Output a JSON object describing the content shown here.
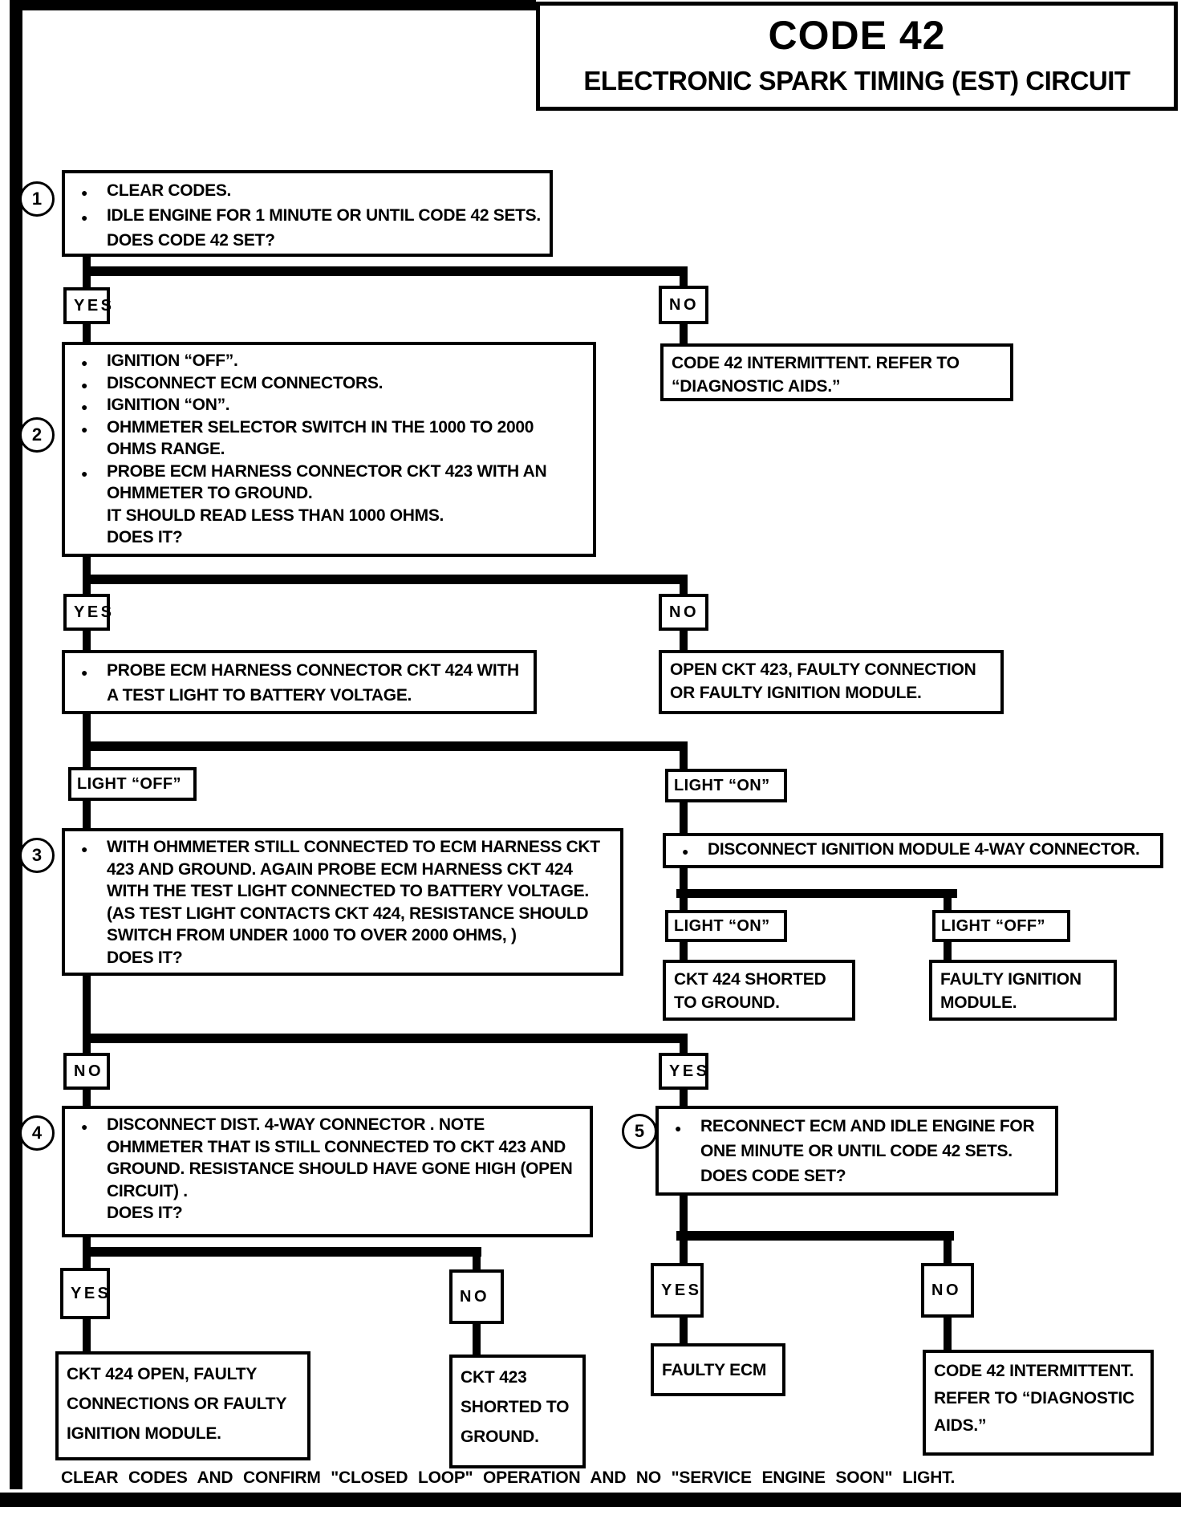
{
  "glyphs": {
    "bullet": "●"
  },
  "header": {
    "title": "CODE 42",
    "subtitle": "ELECTRONIC SPARK TIMING (EST) CIRCUIT"
  },
  "labels": {
    "yes": "YES",
    "no": "NO",
    "light_on": "LIGHT “ON”",
    "light_off": "LIGHT “OFF”"
  },
  "steps": {
    "s1": {
      "num": "1",
      "lines": [
        {
          "b": 1,
          "t": "CLEAR CODES."
        },
        {
          "b": 1,
          "t": "IDLE ENGINE FOR 1 MINUTE OR UNTIL CODE 42 SETS."
        },
        {
          "b": 0,
          "t": "DOES CODE 42 SET?"
        }
      ]
    },
    "s2": {
      "num": "2",
      "lines": [
        {
          "b": 1,
          "t": "IGNITION “OFF”."
        },
        {
          "b": 1,
          "t": "DISCONNECT ECM CONNECTORS."
        },
        {
          "b": 1,
          "t": "IGNITION “ON”."
        },
        {
          "b": 1,
          "t": "OHMMETER SELECTOR SWITCH IN THE 1000 TO 2000"
        },
        {
          "b": 0,
          "t": "OHMS RANGE."
        },
        {
          "b": 1,
          "t": "PROBE ECM HARNESS CONNECTOR CKT 423  WITH AN"
        },
        {
          "b": 0,
          "t": "OHMMETER TO GROUND."
        },
        {
          "b": 0,
          "t": "IT SHOULD READ LESS THAN 1000 OHMS."
        },
        {
          "b": 0,
          "t": "DOES IT?"
        }
      ]
    },
    "s3": {
      "num": "3",
      "lines": [
        {
          "b": 1,
          "t": "WITH OHMMETER STILL CONNECTED TO ECM HARNESS CKT"
        },
        {
          "b": 0,
          "t": "423 AND GROUND.  AGAIN PROBE ECM HARNESS CKT 424"
        },
        {
          "b": 0,
          "t": "WITH THE TEST LIGHT CONNECTED TO BATTERY VOLTAGE."
        },
        {
          "b": 0,
          "t": "(AS TEST LIGHT CONTACTS CKT 424, RESISTANCE SHOULD"
        },
        {
          "b": 0,
          "t": "SWITCH FROM UNDER 1000 TO OVER 2000 OHMS, )"
        },
        {
          "b": 0,
          "t": "DOES IT?"
        }
      ]
    },
    "s4": {
      "num": "4",
      "lines": [
        {
          "b": 1,
          "t": "DISCONNECT DIST. 4-WAY CONNECTOR .  NOTE"
        },
        {
          "b": 0,
          "t": "OHMMETER THAT IS STILL CONNECTED TO CKT 423  AND"
        },
        {
          "b": 0,
          "t": "GROUND. RESISTANCE SHOULD HAVE GONE HIGH (OPEN"
        },
        {
          "b": 0,
          "t": "CIRCUIT) ."
        },
        {
          "b": 0,
          "t": "DOES IT?"
        }
      ]
    },
    "s5": {
      "num": "5",
      "lines": [
        {
          "b": 1,
          "t": "RECONNECT ECM AND IDLE ENGINE FOR"
        },
        {
          "b": 0,
          "t": "ONE MINUTE OR UNTIL CODE 42 SETS."
        },
        {
          "b": 0,
          "t": "DOES CODE SET?"
        }
      ]
    }
  },
  "actions": {
    "probe_ckt424": {
      "lines": [
        {
          "b": 1,
          "t": "PROBE ECM HARNESS CONNECTOR CKT 424 WITH"
        },
        {
          "b": 0,
          "t": "A TEST LIGHT TO BATTERY VOLTAGE."
        }
      ]
    },
    "disconnect_ignition_module": {
      "lines": [
        {
          "b": 1,
          "t": "DISCONNECT IGNITION MODULE 4-WAY CONNECTOR."
        }
      ]
    }
  },
  "results": {
    "code42_intermittent_top": [
      "CODE 42 INTERMITTENT.  REFER TO",
      "“DIAGNOSTIC AIDS.”"
    ],
    "open_ckt423": [
      "OPEN CKT 423, FAULTY CONNECTION",
      "OR FAULTY IGNITION MODULE."
    ],
    "ckt424_shorted": [
      "CKT 424  SHORTED",
      "TO GROUND."
    ],
    "faulty_ignition_module": [
      "FAULTY IGNITION",
      "MODULE."
    ],
    "ckt424_open": [
      "CKT 424 OPEN, FAULTY",
      "CONNECTIONS OR FAULTY",
      "IGNITION MODULE."
    ],
    "ckt423_shorted": [
      "CKT 423",
      "SHORTED TO",
      "GROUND."
    ],
    "faulty_ecm": [
      "FAULTY ECM"
    ],
    "code42_intermittent_bottom": [
      "CODE 42 INTERMITTENT.",
      "REFER TO “DIAGNOSTIC",
      "AIDS.”"
    ]
  },
  "footer": {
    "note": "CLEAR CODES AND CONFIRM \"CLOSED LOOP\" OPERATION AND NO \"SERVICE ENGINE SOON\" LIGHT."
  },
  "colors": {
    "ink": "#000000",
    "paper": "#ffffff"
  }
}
